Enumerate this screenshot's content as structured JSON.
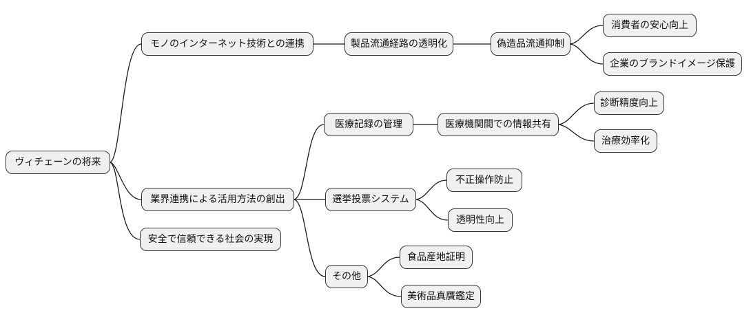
{
  "diagram_type": "mindmap",
  "colors": {
    "background": "#ffffff",
    "node_fill": "#f0f0f0",
    "node_border": "#333333",
    "edge": "#1a1a1a",
    "text": "#111111"
  },
  "nodes": {
    "root": {
      "label": "ヴィチェーンの将来"
    },
    "iot": {
      "label": "モノのインターネット技術との連携"
    },
    "distribution": {
      "label": "製品流通経路の透明化"
    },
    "counterfeit": {
      "label": "偽造品流通抑制"
    },
    "consumer": {
      "label": "消費者の安心向上"
    },
    "brand": {
      "label": "企業のブランドイメージ保護"
    },
    "industry": {
      "label": "業界連携による活用方法の創出"
    },
    "medical": {
      "label": "医療記録の管理"
    },
    "share": {
      "label": "医療機関間での情報共有"
    },
    "diagnosis": {
      "label": "診断精度向上"
    },
    "treatment": {
      "label": "治療効率化"
    },
    "voting": {
      "label": "選挙投票システム"
    },
    "fraud": {
      "label": "不正操作防止"
    },
    "clarity": {
      "label": "透明性向上"
    },
    "society": {
      "label": "安全で信頼できる社会の実現"
    },
    "other": {
      "label": "その他"
    },
    "food": {
      "label": "食品産地証明"
    },
    "art": {
      "label": "美術品真贋鑑定"
    }
  },
  "structure": {
    "root": [
      "iot",
      "industry",
      "society"
    ],
    "iot": [
      "distribution"
    ],
    "distribution": [
      "counterfeit"
    ],
    "counterfeit": [
      "consumer",
      "brand"
    ],
    "industry": [
      "medical",
      "voting",
      "other"
    ],
    "medical": [
      "share"
    ],
    "share": [
      "diagnosis",
      "treatment"
    ],
    "voting": [
      "fraud",
      "clarity"
    ],
    "other": [
      "food",
      "art"
    ]
  }
}
